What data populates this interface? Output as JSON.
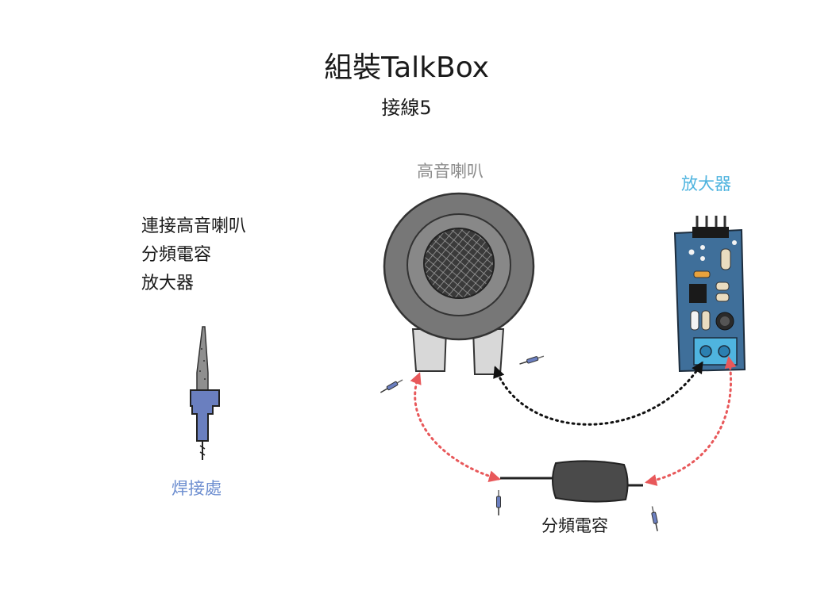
{
  "title": "組裝TalkBox",
  "subtitle": "接線5",
  "steps": [
    "連接高音喇叭",
    "分頻電容",
    "放大器"
  ],
  "labels": {
    "tweeter": "高音喇叭",
    "amplifier": "放大器",
    "soldering": "焊接處",
    "capacitor": "分頻電容"
  },
  "colors": {
    "tweeter_label": "#8c8c8c",
    "amplifier_label": "#4fb4df",
    "soldering_label": "#6d8ed0",
    "red_wire": "#e8585a",
    "black_wire": "#111111",
    "board": "#3f6f9a"
  },
  "icons": [
    "soldering-iron-icon",
    "tweeter-icon",
    "amplifier-board-icon",
    "capacitor-icon",
    "solder-point-icon"
  ]
}
